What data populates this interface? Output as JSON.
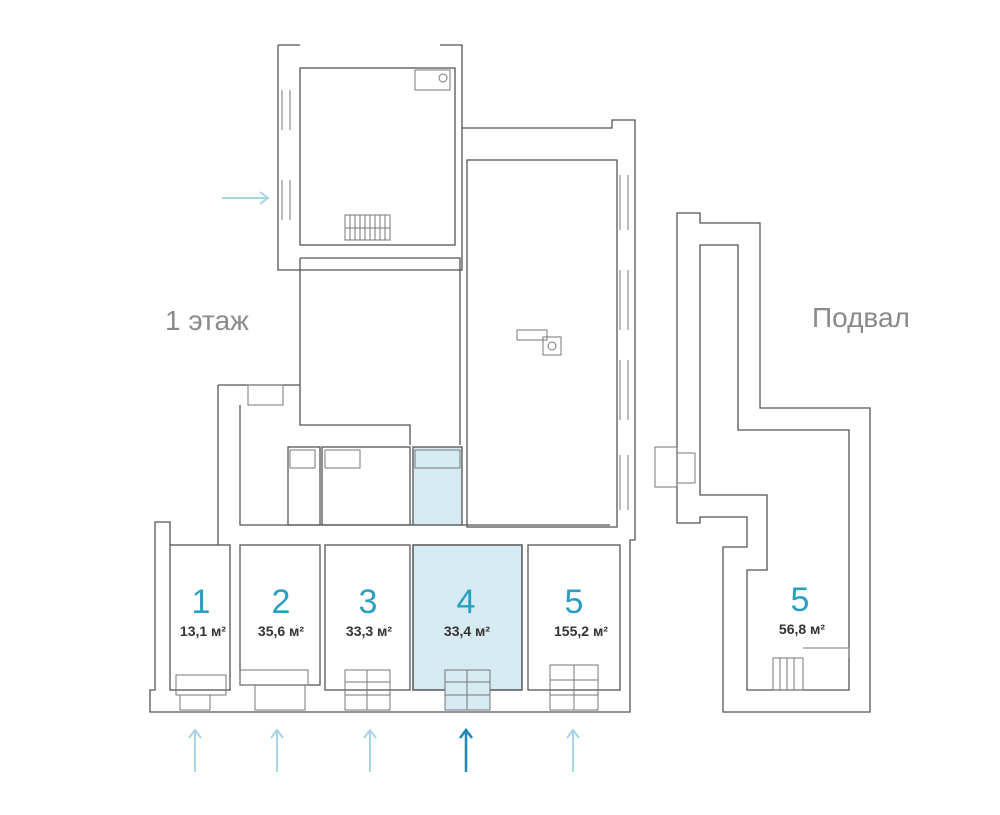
{
  "labels": {
    "first_floor": "1 этаж",
    "basement": "Подвал"
  },
  "units": [
    {
      "number": "1",
      "area": "13,1 м²",
      "selected": false
    },
    {
      "number": "2",
      "area": "35,6 м²",
      "selected": false
    },
    {
      "number": "3",
      "area": "33,3 м²",
      "selected": false
    },
    {
      "number": "4",
      "area": "33,4 м²",
      "selected": true
    },
    {
      "number": "5",
      "area": "155,2 м²",
      "selected": false
    }
  ],
  "basement_unit": {
    "number": "5",
    "area": "56,8 м²"
  },
  "colors": {
    "accent": "#2a9fc0",
    "selected_fill": "#d6eaf2",
    "arrow": "#a9d3e6",
    "arrow_active": "#1e86b8",
    "label_gray": "#8a8a8a"
  }
}
